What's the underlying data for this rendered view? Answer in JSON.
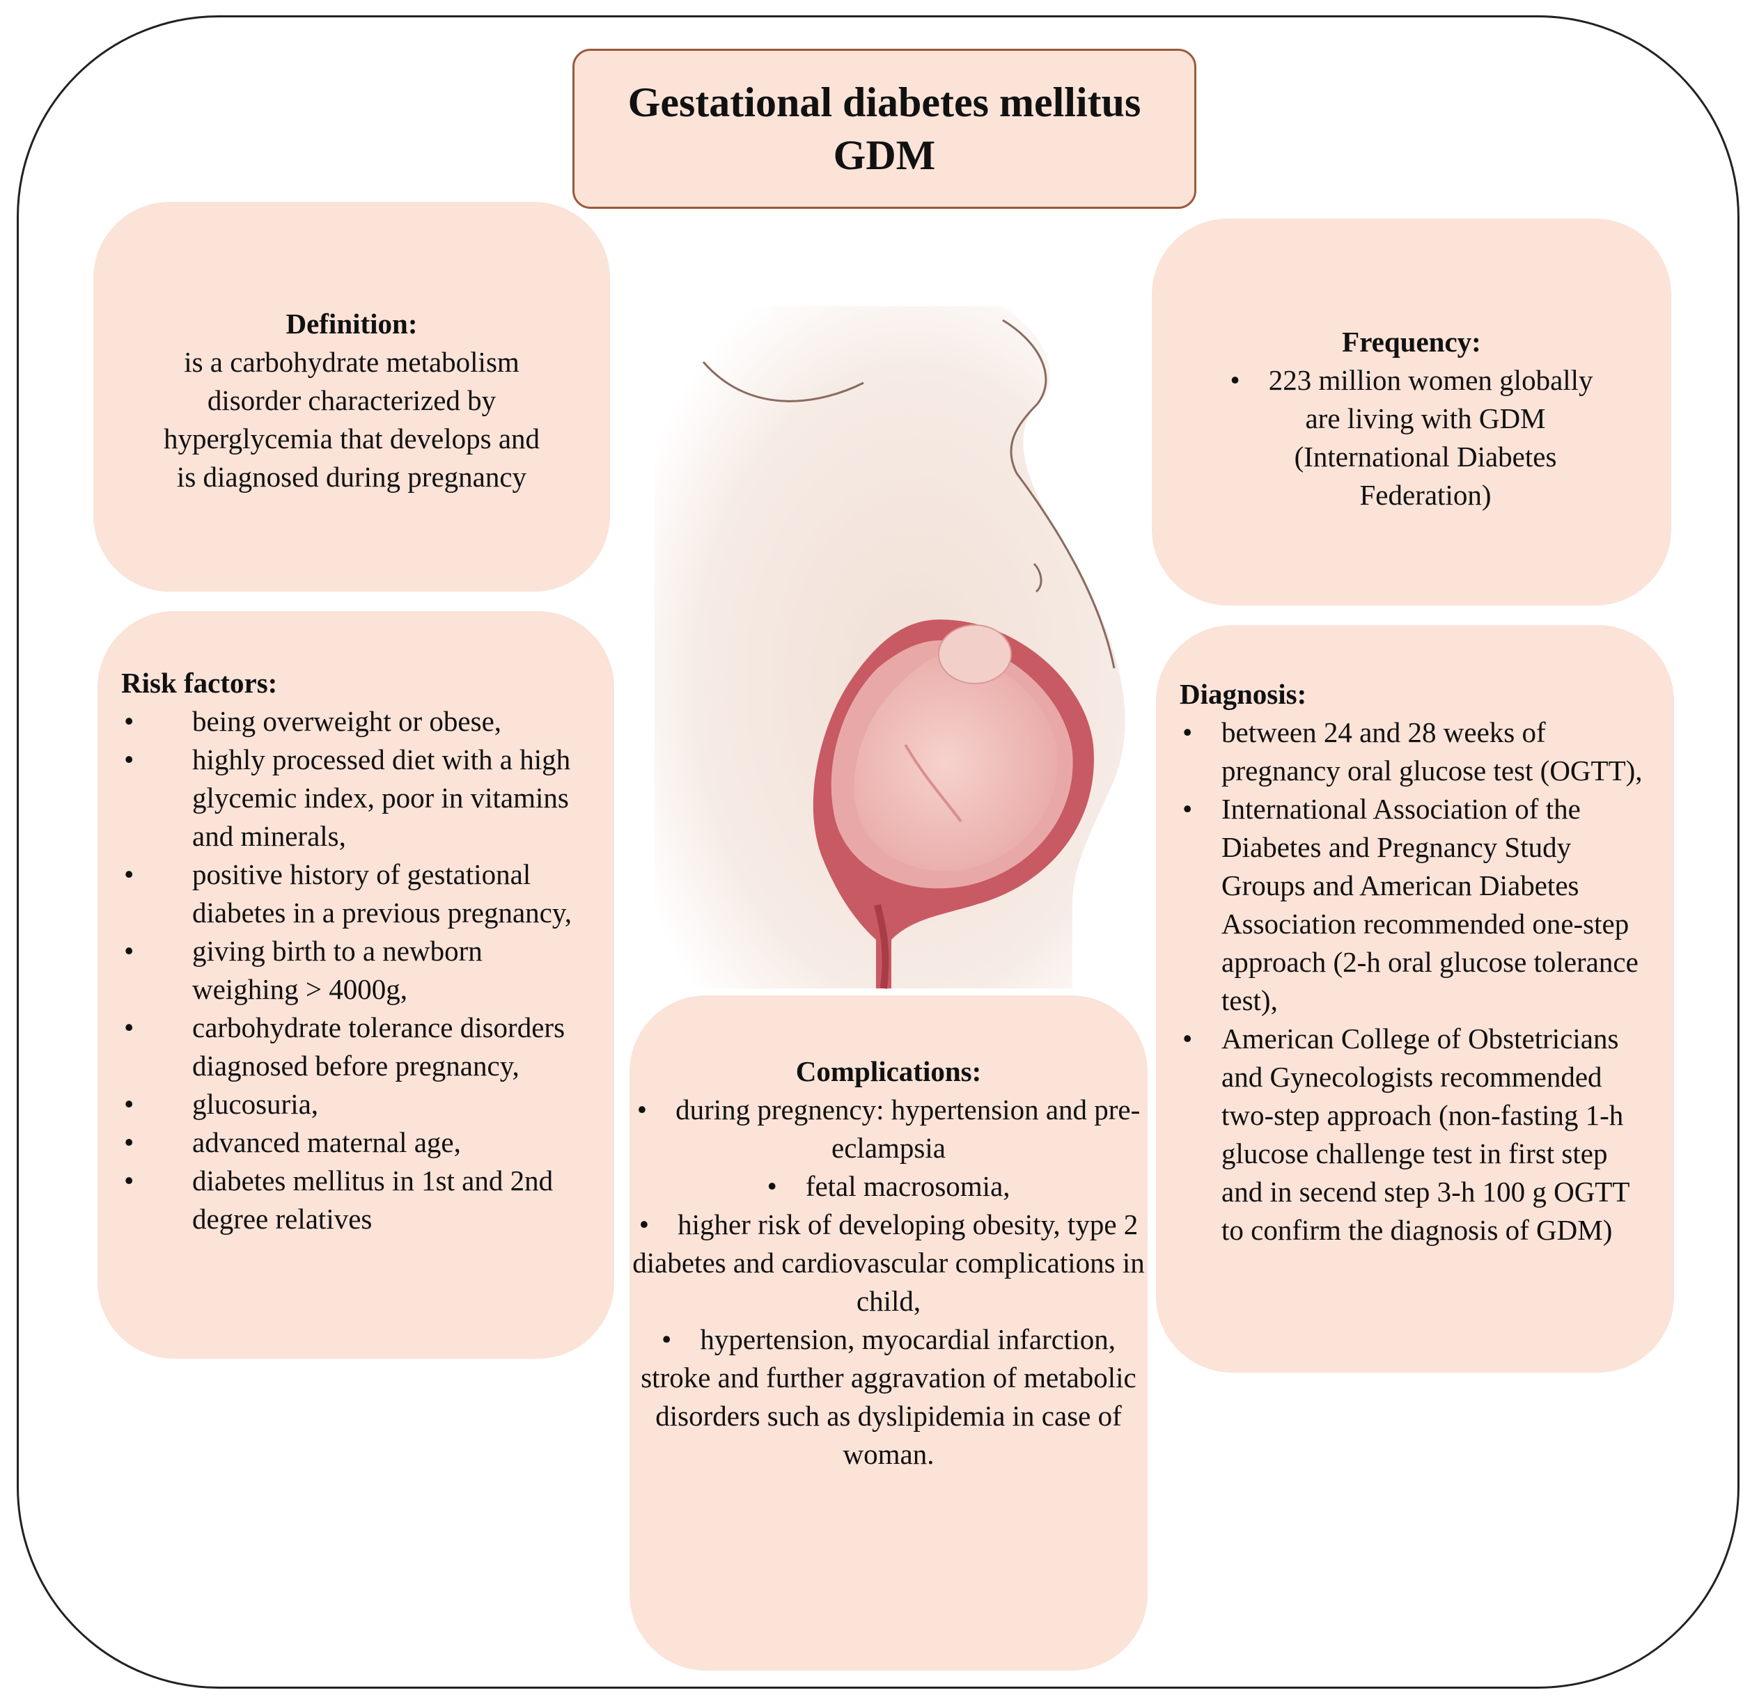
{
  "title": {
    "line1": "Gestational diabetes mellitus",
    "line2": "GDM"
  },
  "definition": {
    "heading": "Definition:",
    "lines": [
      "is a carbohydrate metabolism",
      "disorder characterized by",
      "hyperglycemia that develops and",
      "is diagnosed during pregnancy"
    ]
  },
  "frequency": {
    "heading": "Frequency:",
    "bullet": "•",
    "lines": [
      "223 million women globally",
      "are living with GDM",
      "(International Diabetes",
      "Federation)"
    ]
  },
  "risk_factors": {
    "heading": "Risk factors:",
    "items": [
      "being overweight or obese,",
      "highly processed diet with a high glycemic index, poor in vitamins and minerals,",
      "positive history of gestational diabetes in a previous pregnancy,",
      "giving birth to a newborn weighing > 4000g,",
      "carbohydrate tolerance disorders diagnosed before pregnancy,",
      "glucosuria,",
      "advanced maternal age,",
      "diabetes mellitus in 1st and 2nd degree relatives"
    ]
  },
  "diagnosis": {
    "heading": "Diagnosis:",
    "items": [
      "between 24 and 28 weeks of pregnancy oral glucose test (OGTT),",
      "International Association of the Diabetes and Pregnancy Study Groups and American Diabetes Association recommended one-step approach (2-h oral glucose tolerance test),",
      "American College of Obstetricians and Gynecologists recommended two-step approach (non-fasting 1-h glucose challenge test in first step and in secend step 3-h 100 g OGTT to confirm the diagnosis of GDM)"
    ]
  },
  "complications": {
    "heading": "Complications:",
    "items": [
      "during pregnency: hypertension and pre-eclampsia",
      "fetal macrosomia,",
      "higher risk of developing obesity, type 2 diabetes and cardiovascular complications in child,",
      "hypertension, myocardial infarction, stroke and further aggravation of metabolic disorders such as dyslipidemia in case of woman."
    ]
  },
  "colors": {
    "card_fill": "#fbe3d8",
    "title_border": "#9a5a3a",
    "uterus": "#c85a63",
    "skin": "#f3e4dc"
  },
  "illustration": {
    "icon": "pregnant-abdomen-fetus-icon"
  }
}
